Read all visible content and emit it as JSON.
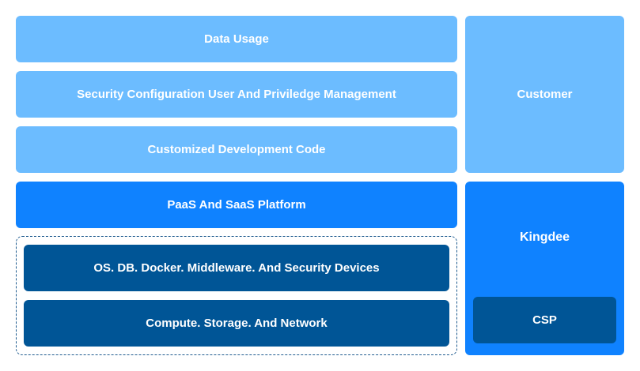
{
  "left_stack": {
    "data_usage": "Data Usage",
    "security_config": "Security Configuration User And Priviledge Management",
    "custom_code": "Customized Development Code",
    "paas_saas": "PaaS And SaaS Platform",
    "os_db": "OS. DB. Docker. Middleware. And Security Devices",
    "compute": "Compute. Storage. And Network"
  },
  "right_stack": {
    "customer": "Customer",
    "kingdee": "Kingdee",
    "csp": "CSP"
  },
  "colors": {
    "light_blue": "#6cbcff",
    "mid_blue": "#0f82ff",
    "dark_blue": "#005596"
  }
}
